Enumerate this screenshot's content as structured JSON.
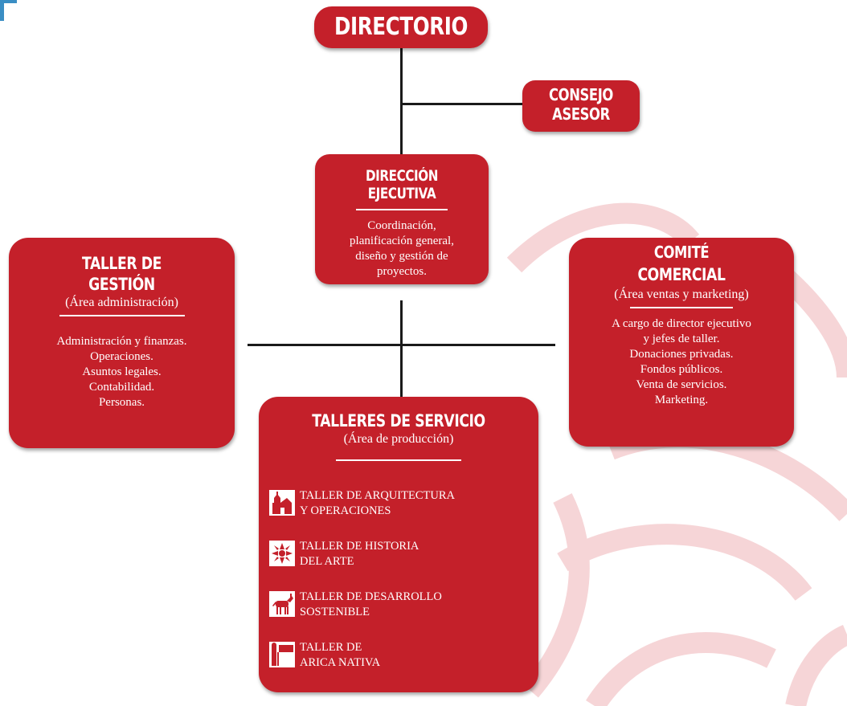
{
  "directorio": {
    "title": "DIRECTORIO"
  },
  "consejo": {
    "line1": "CONSEJO",
    "line2": "ASESOR"
  },
  "direccion": {
    "title": "DIRECCIÓN EJECUTIVA",
    "lines": [
      "Coordinación,",
      "planificación general,",
      "diseño y gestión de",
      "proyectos."
    ]
  },
  "gestion": {
    "title_line1": "TALLER DE",
    "title_line2": "GESTIÓN",
    "subtitle": "(Área administración)",
    "lines": [
      "Administración y finanzas.",
      "Operaciones.",
      "Asuntos legales.",
      "Contabilidad.",
      "Personas."
    ]
  },
  "comite": {
    "title_line1": "COMITÉ",
    "title_line2": "COMERCIAL",
    "subtitle": "(Área ventas y marketing)",
    "lines": [
      "A cargo de director ejecutivo",
      "y jefes de taller.",
      "Donaciones privadas.",
      "Fondos públicos.",
      "Venta de servicios.",
      "Marketing."
    ]
  },
  "servicio": {
    "title": "TALLERES DE SERVICIO",
    "subtitle": "(Área de producción)",
    "talleres": [
      {
        "icon": "church-icon",
        "line1": "TALLER DE ARQUITECTURA",
        "line2": "Y OPERACIONES"
      },
      {
        "icon": "flower-pattern-icon",
        "line1": "TALLER DE HISTORIA",
        "line2": "DEL ARTE"
      },
      {
        "icon": "donkey-icon",
        "line1": "TALLER DE DESARROLLO",
        "line2": "SOSTENIBLE"
      },
      {
        "icon": "arica-nativa-sign-icon",
        "line1": "TALLER DE",
        "line2": "ARICA NATIVA"
      }
    ]
  },
  "colors": {
    "box": "#c4202a",
    "line": "#1a1a1a",
    "decoration": "#f6d3d5"
  }
}
